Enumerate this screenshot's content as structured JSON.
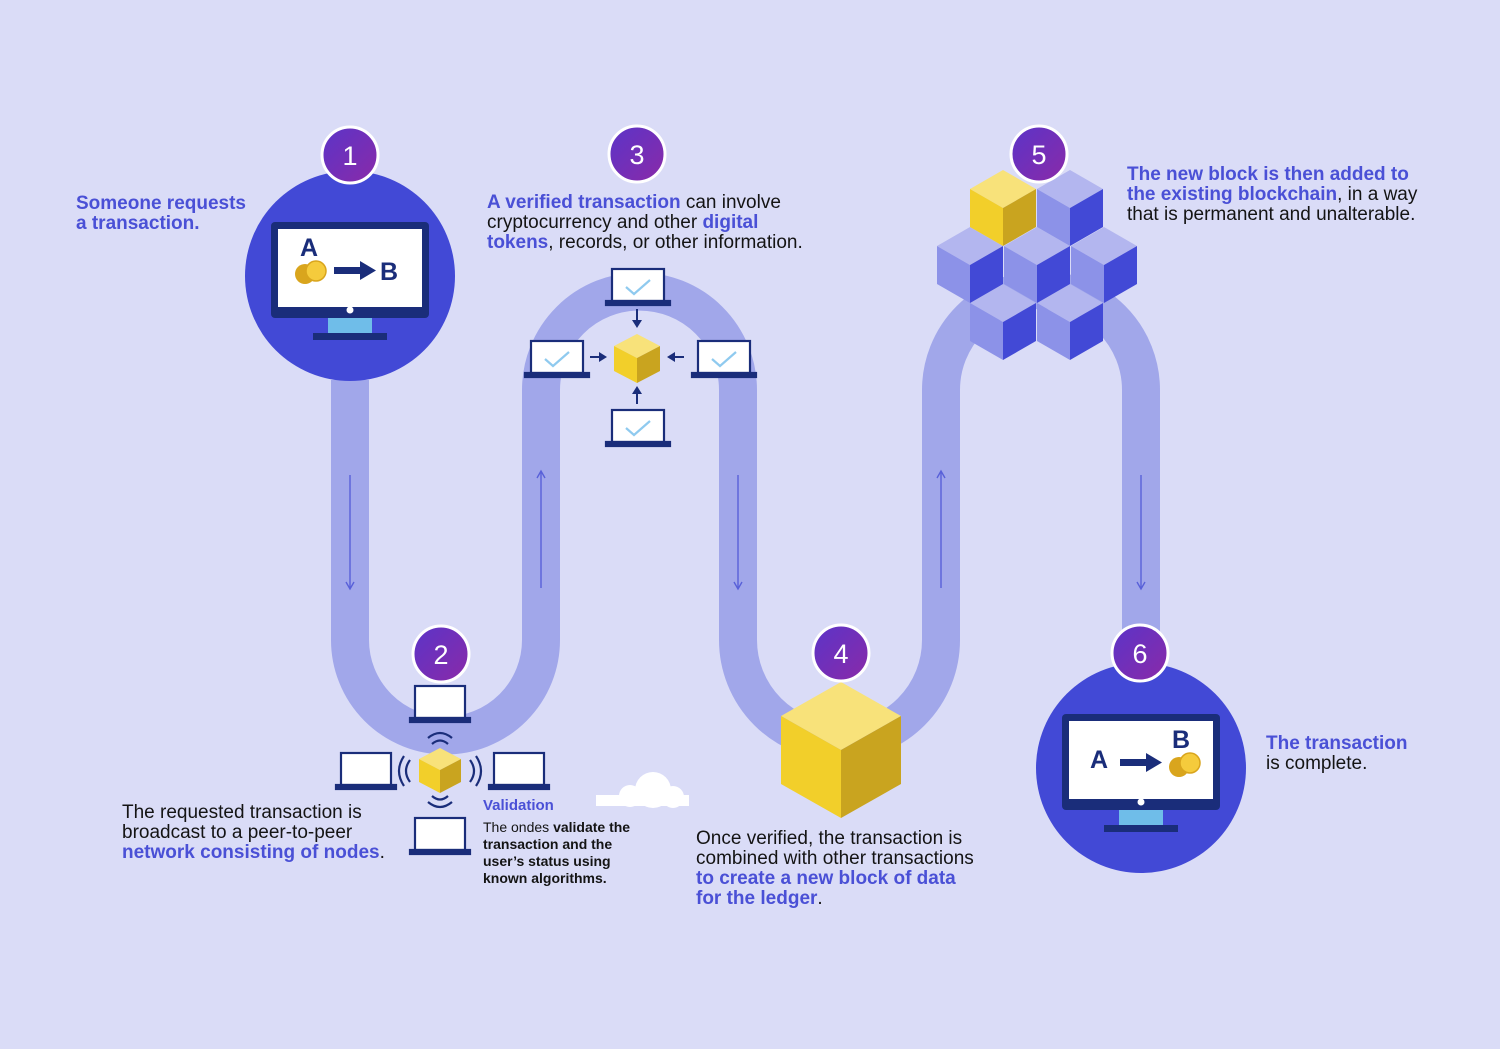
{
  "steps": [
    {
      "number": "1",
      "hl1": "Someone requests",
      "hl2": "a transaction."
    },
    {
      "number": "2",
      "line1": "The requested transaction is",
      "line2": "broadcast to a peer-to-peer",
      "hl": "network consisting of nodes",
      "tail": ".",
      "validation_title": "Validation",
      "validation_pre": "The ondes ",
      "validation_hl": "validate the",
      "validation_l2": "transaction and the",
      "validation_l3": "user’s status using",
      "validation_l4": "known algorithms."
    },
    {
      "number": "3",
      "hl1": "A verified transaction",
      "t1": " can involve",
      "t2": "cryptocurrency and other ",
      "hl2": "digital",
      "hl3": "tokens",
      "t3": ", records, or other information."
    },
    {
      "number": "4",
      "line1": "Once verified, the transaction is",
      "line2": "combined with other transactions",
      "hl1": "to create a new block of data",
      "hl2": "for the ledger",
      "tail": "."
    },
    {
      "number": "5",
      "hl1": "The new block is then added to",
      "hl2": "the existing blockchain",
      "t1": ", in a way",
      "t2": "that is permanent and unalterable."
    },
    {
      "number": "6",
      "hl": "The transaction",
      "t": "is complete."
    }
  ],
  "monitor1": {
    "from": "A",
    "to": "B"
  },
  "monitor6": {
    "from": "A",
    "to": "B"
  },
  "colors": {
    "background": "#dadcf7",
    "path": "#a1a7ea",
    "circle": "#4249d6",
    "badge": "#7a2fb2",
    "gold": "#f2cf2a",
    "text_accent": "#4a50d6",
    "navy": "#1a2d7a"
  },
  "icons": [
    "monitor-icon",
    "coin-icon",
    "arrow-icon",
    "laptop-icon",
    "check-icon",
    "wifi-signal-icon",
    "cube-icon",
    "cloud-icon",
    "blockchain-cubes-icon"
  ]
}
